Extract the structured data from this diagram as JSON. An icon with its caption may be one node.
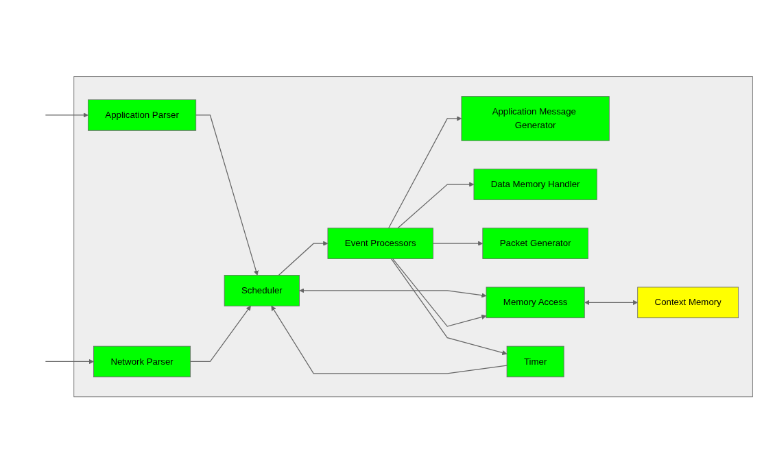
{
  "diagram": {
    "nodes": [
      {
        "text": [],
        "shape": "box"
      },
      {
        "text": [
          "Application Parser"
        ],
        "in": 0
      },
      {
        "text": [
          "Network Parser"
        ],
        "in": 0
      },
      {
        "text": [
          "Scheduler"
        ],
        "in": 0
      },
      {
        "text": [
          "Event Processors"
        ],
        "in": 0
      },
      {
        "text": [
          "Application Message Generator"
        ],
        "in": 0
      },
      {
        "text": [
          "Data Memory Handler"
        ],
        "in": 0
      },
      {
        "text": [
          "Packet Generator"
        ],
        "in": 0
      },
      {
        "text": [
          "Memory Access"
        ],
        "in": 0
      },
      {
        "text": [
          "Context Memory"
        ],
        "in": 0
      },
      {
        "text": [
          "Timer"
        ],
        "in": 0
      }
    ],
    "edges": [
      {
        "from": null,
        "to": 1,
        "arrow": "to"
      },
      {
        "from": null,
        "to": 2,
        "arrow": "to"
      },
      {
        "from": 1,
        "to": 3,
        "arrow": "to"
      },
      {
        "from": 2,
        "to": 3,
        "arrow": "to"
      },
      {
        "from": 3,
        "to": 4,
        "arrow": "to"
      },
      {
        "from": 3,
        "to": 8,
        "arrow": "both"
      },
      {
        "from": 4,
        "to": 8,
        "arrow": "to"
      },
      {
        "from": 8,
        "to": 9,
        "arrow": "both"
      },
      {
        "from": 4,
        "to": 5,
        "arrow": "to"
      },
      {
        "from": 4,
        "to": 6,
        "arrow": "to"
      },
      {
        "from": 4,
        "to": 7,
        "arrow": "to"
      },
      {
        "from": 4,
        "to": 10,
        "arrow": "to"
      },
      {
        "from": 10,
        "to": 3,
        "arrow": "to"
      }
    ]
  }
}
